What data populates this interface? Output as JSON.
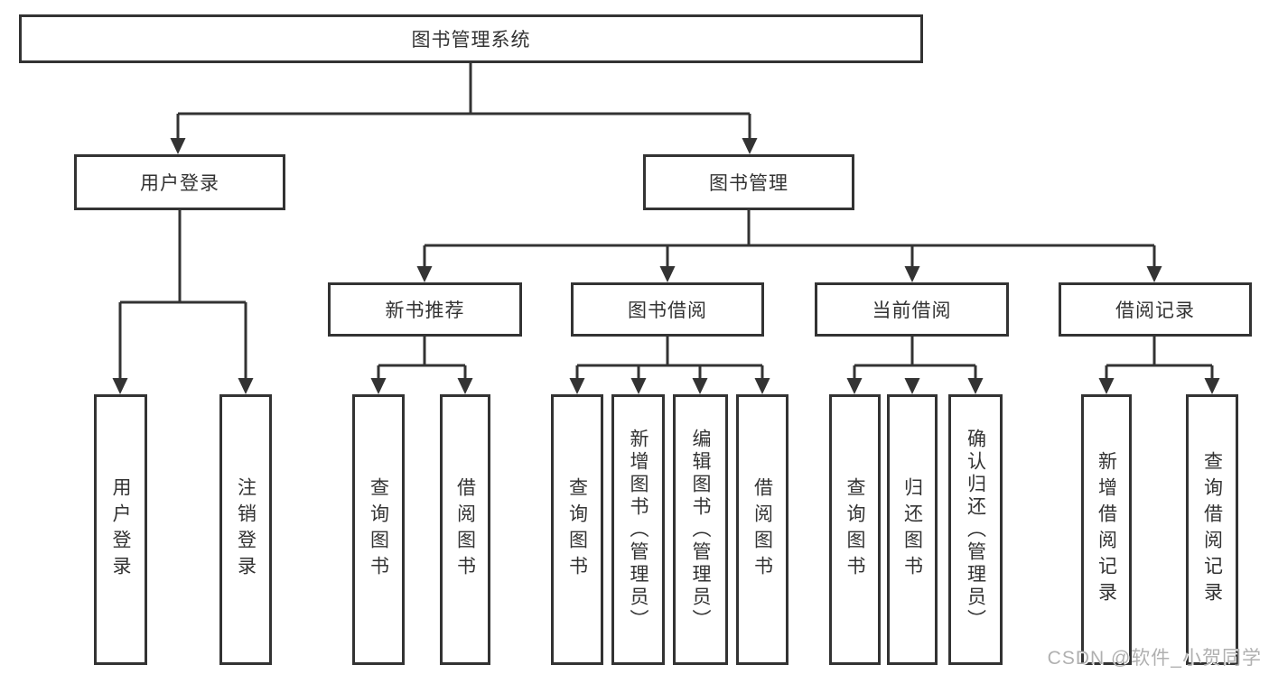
{
  "tree": {
    "root": {
      "label": "图书管理系统"
    },
    "level2": [
      {
        "label": "用户登录",
        "children": [
          {
            "label": "用户登录"
          },
          {
            "label": "注销登录"
          }
        ]
      },
      {
        "label": "图书管理",
        "children": [
          {
            "label": "新书推荐",
            "children": [
              {
                "label": "查询图书"
              },
              {
                "label": "借阅图书"
              }
            ]
          },
          {
            "label": "图书借阅",
            "children": [
              {
                "label": "查询图书"
              },
              {
                "label": "新增图书（管理员）"
              },
              {
                "label": "编辑图书（管理员）"
              },
              {
                "label": "借阅图书"
              }
            ]
          },
          {
            "label": "当前借阅",
            "children": [
              {
                "label": "查询图书"
              },
              {
                "label": "归还图书"
              },
              {
                "label": "确认归还（管理员）"
              }
            ]
          },
          {
            "label": "借阅记录",
            "children": [
              {
                "label": "新增借阅记录"
              },
              {
                "label": "查询借阅记录"
              }
            ]
          }
        ]
      }
    ]
  },
  "watermark": "CSDN @软件_小贺同学",
  "colors": {
    "line": "#333333",
    "box_border": "#333333",
    "text": "#333333",
    "background": "#ffffff",
    "watermark": "#b0b0b0"
  }
}
